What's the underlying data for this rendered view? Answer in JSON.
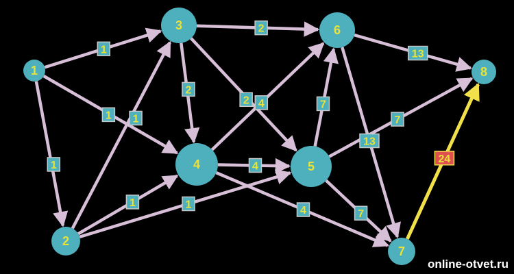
{
  "colors": {
    "background": "#000000",
    "node_fill": "#4fb0bd",
    "node_text": "#e8e23a",
    "edge": "#d8bfd8",
    "highlight_edge": "#f1e04a",
    "weight_box_fill": "#4fb0bd",
    "weight_box_stroke": "#c9c9c9",
    "weight_text": "#e8e23a",
    "highlight_box_fill": "#e0504f",
    "highlight_box_stroke": "#f1e04a",
    "watermark": "#ffffff"
  },
  "nodes": [
    {
      "id": "1",
      "label": "1"
    },
    {
      "id": "2",
      "label": "2"
    },
    {
      "id": "3",
      "label": "3"
    },
    {
      "id": "4",
      "label": "4"
    },
    {
      "id": "5",
      "label": "5"
    },
    {
      "id": "6",
      "label": "6"
    },
    {
      "id": "7",
      "label": "7"
    },
    {
      "id": "8",
      "label": "8"
    }
  ],
  "edges": [
    {
      "from": "1",
      "to": "3",
      "weight": "1"
    },
    {
      "from": "1",
      "to": "4",
      "weight": "1"
    },
    {
      "from": "1",
      "to": "2",
      "weight": "1"
    },
    {
      "from": "3",
      "to": "6",
      "weight": "2"
    },
    {
      "from": "3",
      "to": "4",
      "weight": "2"
    },
    {
      "from": "3",
      "to": "5",
      "weight": "2"
    },
    {
      "from": "2",
      "to": "3",
      "weight": "1"
    },
    {
      "from": "2",
      "to": "4",
      "weight": "1"
    },
    {
      "from": "2",
      "to": "5",
      "weight": "1"
    },
    {
      "from": "4",
      "to": "6",
      "weight": "4"
    },
    {
      "from": "4",
      "to": "5",
      "weight": "4"
    },
    {
      "from": "4",
      "to": "7",
      "weight": "4"
    },
    {
      "from": "5",
      "to": "6",
      "weight": "7"
    },
    {
      "from": "5",
      "to": "8",
      "weight": "7"
    },
    {
      "from": "5",
      "to": "7",
      "weight": "7"
    },
    {
      "from": "6",
      "to": "8",
      "weight": "13"
    },
    {
      "from": "6",
      "to": "7",
      "weight": "13"
    },
    {
      "from": "7",
      "to": "8",
      "weight": "24",
      "highlight": true
    }
  ],
  "watermark": "online-otvet.ru"
}
